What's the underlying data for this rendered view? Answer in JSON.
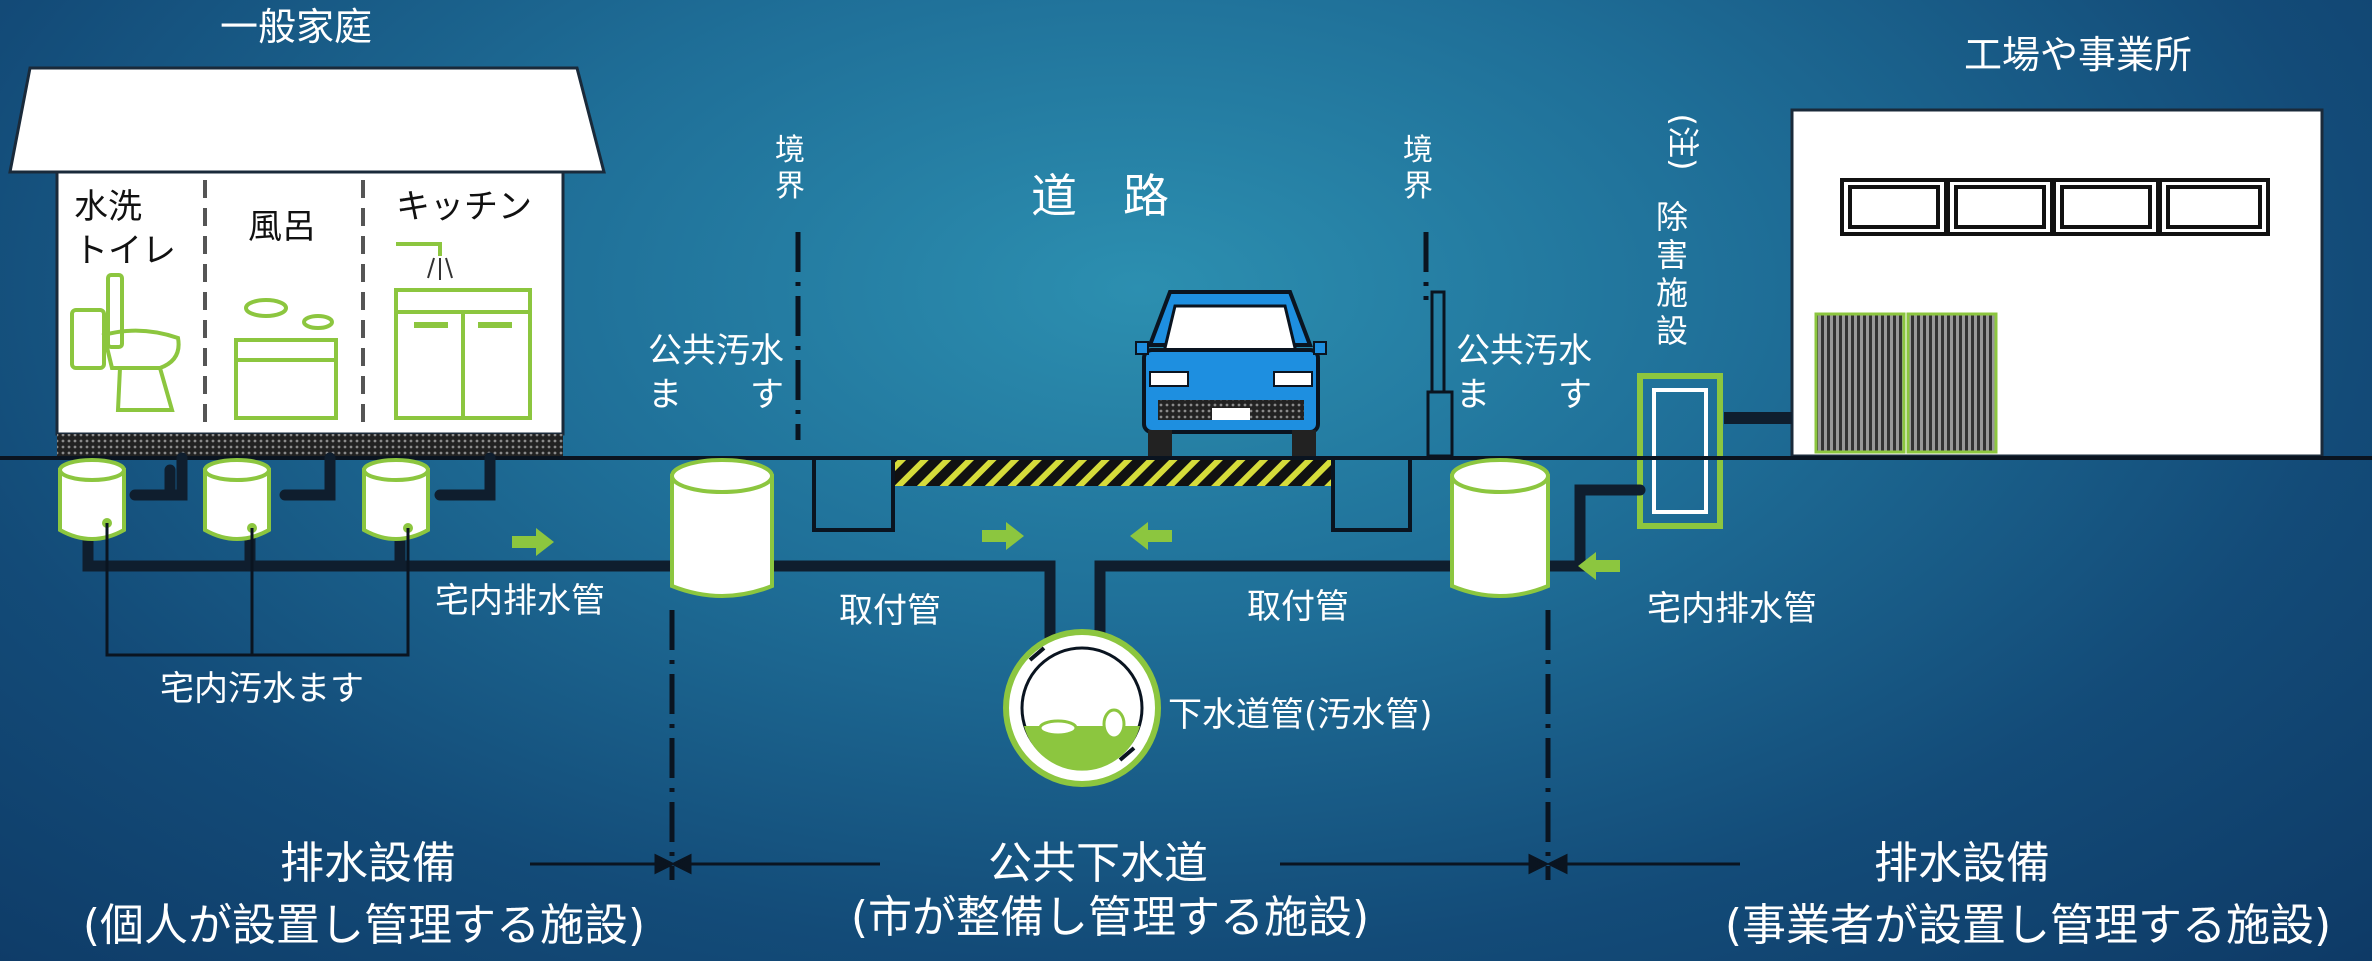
{
  "labels": {
    "house_title": "一般家庭",
    "factory_title": "工場や事業所",
    "toilet": [
      "水洗",
      "トイレ"
    ],
    "bath": "風呂",
    "kitchen": "キッチン",
    "boundary": [
      "境",
      "界"
    ],
    "road": "道　路",
    "public_masu": [
      "公共汚水",
      "ま　　す"
    ],
    "note_facility": [
      "(注)",
      "除",
      "害",
      "施",
      "設"
    ],
    "house_pipe": "宅内排水管",
    "connect_pipe": "取付管",
    "sewer_main": "下水道管(汚水管)",
    "house_masu": "宅内汚水ます",
    "drain_facility": "排水設備",
    "public_sewer": "公共下水道",
    "private_note": "(個人が設置し管理する施設)",
    "city_note": "(市が整備し管理する施設)",
    "business_note": "(事業者が設置し管理する施設)"
  },
  "colors": {
    "accent_green": "#8cc63f",
    "pipe": "#0f1e2e",
    "car_blue": "#1e8fe0",
    "white": "#ffffff"
  }
}
